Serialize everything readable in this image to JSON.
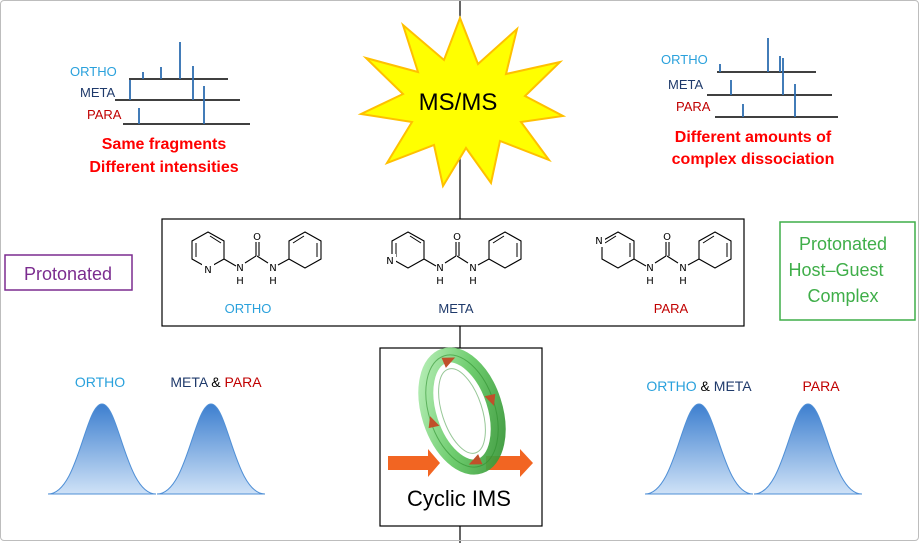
{
  "colors": {
    "ortho": "#2aa1dc",
    "meta": "#1f3a6b",
    "para": "#c00000",
    "red_text": "#ff0000",
    "protonated_border": "#7b2c8f",
    "protonated_text": "#7b2c8f",
    "hostguest": "#3fae49",
    "peak": "#4f8fd6",
    "star_fill": "#ffff00",
    "star_stroke": "#ffc000",
    "arrow": "#f26522",
    "ring": "#7ed07e"
  },
  "center": {
    "msms_label": "MS/MS",
    "cyclic_ims_label": "Cyclic IMS"
  },
  "left_msms": {
    "labels": {
      "ortho": "ORTHO",
      "meta": "META",
      "para": "PARA"
    },
    "note_line1": "Same fragments",
    "note_line2": "Different intensities"
  },
  "right_msms": {
    "labels": {
      "ortho": "ORTHO",
      "meta": "META",
      "para": "PARA"
    },
    "note_line1": "Different amounts of",
    "note_line2": "complex dissociation"
  },
  "left_tag": {
    "label": "Protonated"
  },
  "right_tag": {
    "line1": "Protonated",
    "line2": "Host–Guest",
    "line3": "Complex"
  },
  "molecules": [
    {
      "label": "ORTHO",
      "isomer": "ortho"
    },
    {
      "label": "META",
      "isomer": "meta"
    },
    {
      "label": "PARA",
      "isomer": "para"
    }
  ],
  "molecule_atoms": {
    "nitrogen": "N",
    "oxygen": "O",
    "hydrogen": "H"
  },
  "left_ims": {
    "peak1_label": "ORTHO",
    "peak2_label_a": "META",
    "peak2_label_amp": " & ",
    "peak2_label_b": "PARA"
  },
  "right_ims": {
    "peak1_label_a": "ORTHO",
    "peak1_label_amp": " & ",
    "peak1_label_b": "META",
    "peak2_label": "PARA"
  },
  "icons": [
    "star-burst-icon",
    "cyclic-ring-icon",
    "orange-arrow-icon"
  ]
}
